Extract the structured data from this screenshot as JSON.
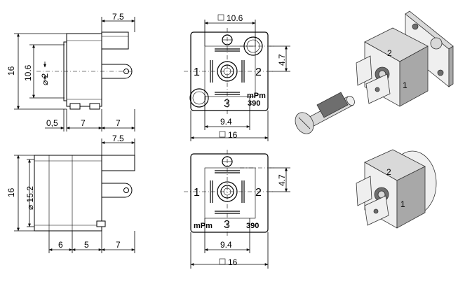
{
  "side_top": {
    "dim_width_top": "7.5",
    "dim_height": "16",
    "dim_spacing": "10.6",
    "dim_hole": "⌀ 2",
    "dim_bottom": [
      "0,5",
      "7",
      "7"
    ]
  },
  "front_top": {
    "dim_square": "10.6",
    "dim_right": "4.7",
    "dim_bottom": "9.4",
    "dim_outer": "16",
    "pins": [
      "1",
      "2",
      "3"
    ],
    "mark_line1": "mPm",
    "mark_line2": "390"
  },
  "side_bottom": {
    "dim_width_top": "7.5",
    "dim_height": "16",
    "dim_diameter": "⌀ 15.2",
    "dim_bottom": [
      "6",
      "5",
      "7"
    ]
  },
  "front_bottom": {
    "dim_right": "4.7",
    "dim_bottom": "9.4",
    "dim_outer": "16",
    "pins": [
      "1",
      "2",
      "3"
    ],
    "mark_left": "mPm",
    "mark_right": "390"
  },
  "iso_top": {
    "face_marks": [
      "2",
      "1"
    ]
  },
  "iso_bottom": {
    "face_marks": [
      "2",
      "1"
    ]
  }
}
